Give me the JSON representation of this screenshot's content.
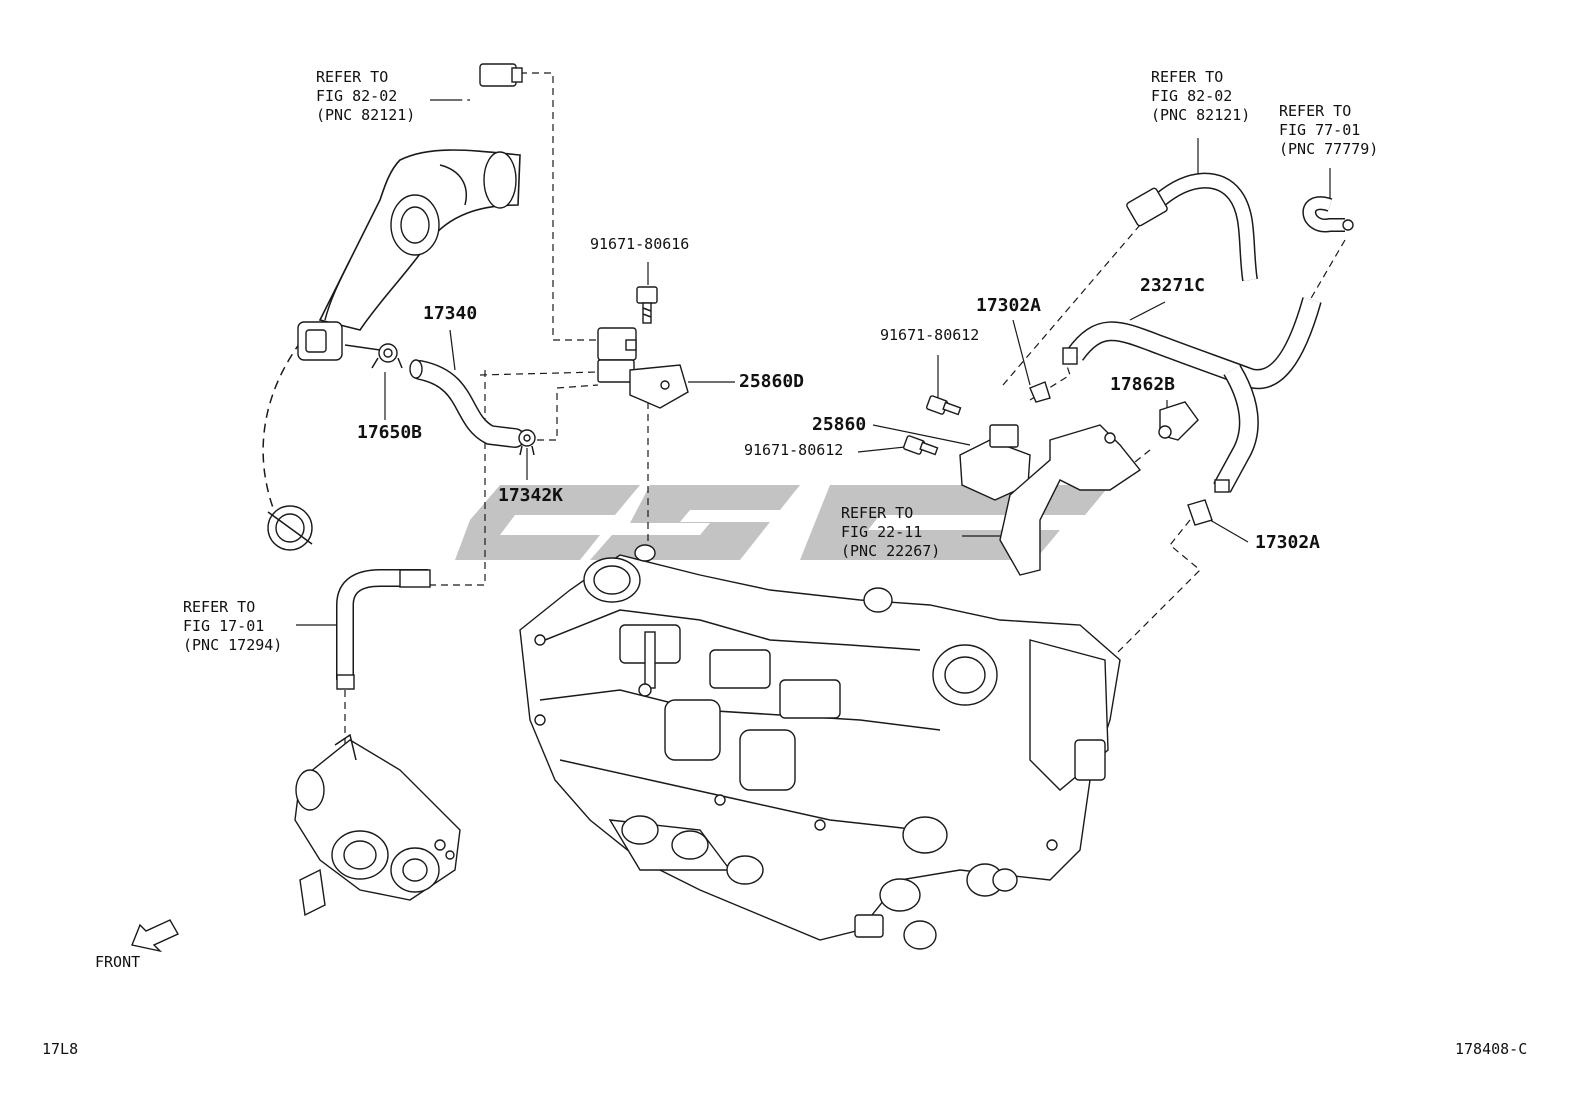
{
  "watermark": {
    "text": "CSC",
    "color": "#bdbdbd"
  },
  "callouts": {
    "ref_top_left": [
      "REFER TO",
      "FIG 82-02",
      "(PNC 82121)"
    ],
    "ref_top_right": [
      "REFER TO",
      "FIG 82-02",
      "(PNC 82121)"
    ],
    "ref_far_right": [
      "REFER TO",
      "FIG 77-01",
      "(PNC 77779)"
    ],
    "ref_mid": [
      "REFER TO",
      "FIG 22-11",
      "(PNC 22267)"
    ],
    "ref_left": [
      "REFER TO",
      "FIG 17-01",
      "(PNC 17294)"
    ]
  },
  "part_numbers": {
    "p91671_80616": "91671-80616",
    "p17340": "17340",
    "p25860D": "25860D",
    "p17650B": "17650B",
    "p17342K": "17342K",
    "p17302A_top": "17302A",
    "p23271C": "23271C",
    "p91671_80612_top": "91671-80612",
    "p17862B": "17862B",
    "p25860": "25860",
    "p91671_80612_bottom": "91671-80612",
    "p17302A_right": "17302A"
  },
  "front_label": "FRONT",
  "footer": {
    "left_code": "17L8",
    "right_code": "178408-C"
  }
}
